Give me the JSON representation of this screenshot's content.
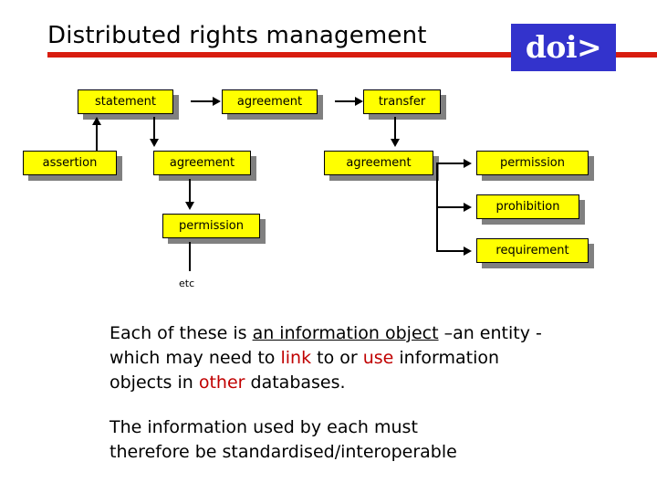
{
  "slide": {
    "title": "Distributed rights management",
    "logo_text": "doi>",
    "accent_rule_color": "#d81d0f",
    "logo_bg_color": "#3333cc",
    "node_fill_color": "#ffff00",
    "node_shadow_color": "#808080",
    "highlight_color": "#c00000"
  },
  "diagram": {
    "nodes": [
      {
        "id": "statement",
        "label": "statement"
      },
      {
        "id": "agreement_1",
        "label": "agreement"
      },
      {
        "id": "transfer",
        "label": "transfer"
      },
      {
        "id": "assertion",
        "label": "assertion"
      },
      {
        "id": "agreement_2",
        "label": "agreement"
      },
      {
        "id": "agreement_3",
        "label": "agreement"
      },
      {
        "id": "permission_1",
        "label": "permission"
      },
      {
        "id": "permission_2",
        "label": "permission"
      },
      {
        "id": "prohibition",
        "label": "prohibition"
      },
      {
        "id": "requirement",
        "label": "requirement"
      }
    ],
    "etc_label": "etc"
  },
  "body": {
    "para1": {
      "s1": "Each of these is ",
      "s2_underlined": "an information object",
      "s3": " –an entity - which may need to ",
      "s4_red": "link",
      "s5": " to or ",
      "s6_red": "use",
      "s7": " information objects in ",
      "s8_red": "other",
      "s9": " databases."
    },
    "para2": {
      "line1": "The information used by each must",
      "line2": "therefore be standardised/interoperable"
    }
  }
}
